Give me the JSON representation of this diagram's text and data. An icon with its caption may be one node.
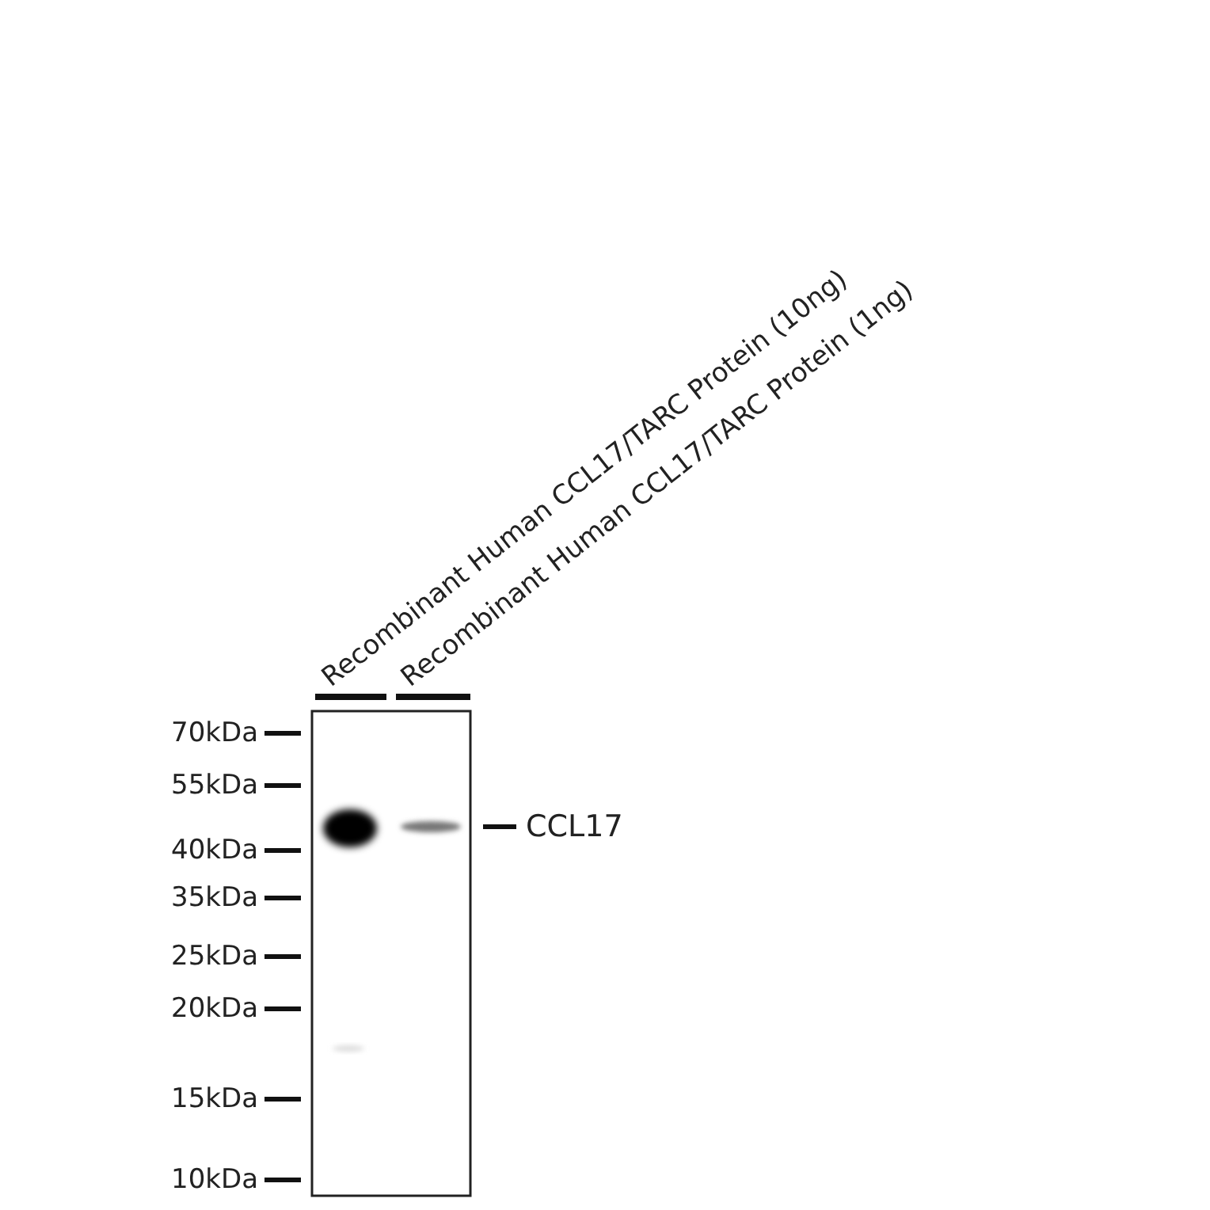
{
  "diagram": {
    "labels": [
      "Recombinant Human CCL17/TARC Protein (10ng)",
      "Recombinant Human CCL17/TARC Protein (1ng)",
      "70kDa",
      "55kDa",
      "40kDa",
      "35kDa",
      "25kDa",
      "20kDa",
      "15kDa",
      "10kDa",
      "CCL17"
    ]
  }
}
